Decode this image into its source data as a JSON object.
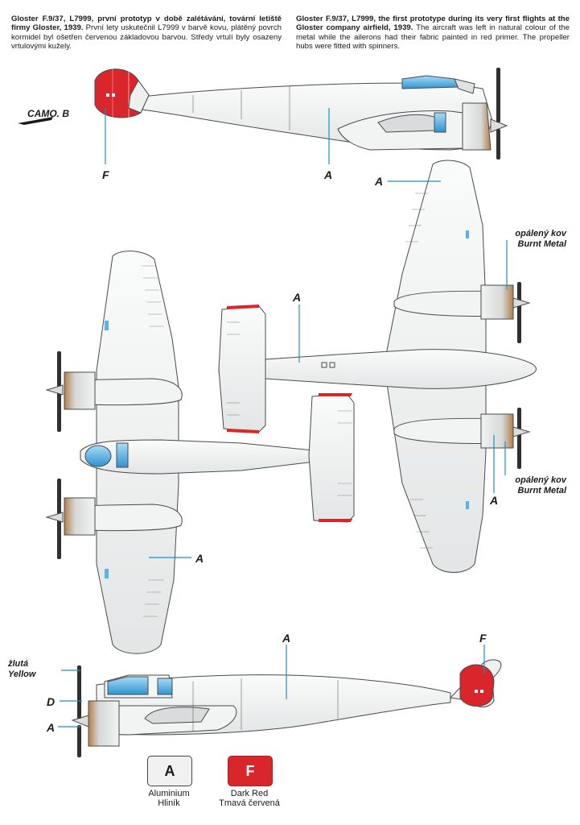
{
  "caption_cz": {
    "lead": "Gloster F.9/37, L7999, první prototyp v době zalétávání, tovární letiště firmy Gloster, 1939.",
    "body": "První lety uskutečnil L7999 v barvě kovu, plátěný povrch kormidel byl ošetřen červenou základovou barvou. Středy vrtulí byly osazeny vrtulovými kužely."
  },
  "caption_en": {
    "lead": "Gloster F.9/37, L7999, the first prototype during its very first flights at the Gloster company airfield, 1939.",
    "body": "The aircraft was left in natural colour of the metal while the ailerons had their fabric painted in red primer. The propeller hubs were fitted with spinners."
  },
  "logo": "CAMO. B",
  "labels": {
    "A": "A",
    "F": "F",
    "D": "D"
  },
  "callouts": {
    "burnt_cz": "opálený kov",
    "burnt_en": "Burnt Metal",
    "yellow_cz": "žlutá",
    "yellow_en": "Yellow"
  },
  "legend": [
    {
      "code": "A",
      "name_en": "Aluminium",
      "name_cz": "Hliník",
      "color": "#f1f1f1"
    },
    {
      "code": "F",
      "name_en": "Dark Red",
      "name_cz": "Tmavá červená",
      "color": "#d8262b"
    }
  ],
  "colors": {
    "metal": "#eef0f0",
    "outline": "#4a4a4a",
    "red": "#d8262b",
    "glass": "#58b4e8",
    "burnt": "#b0804a",
    "leader": "#1f8fc4"
  }
}
